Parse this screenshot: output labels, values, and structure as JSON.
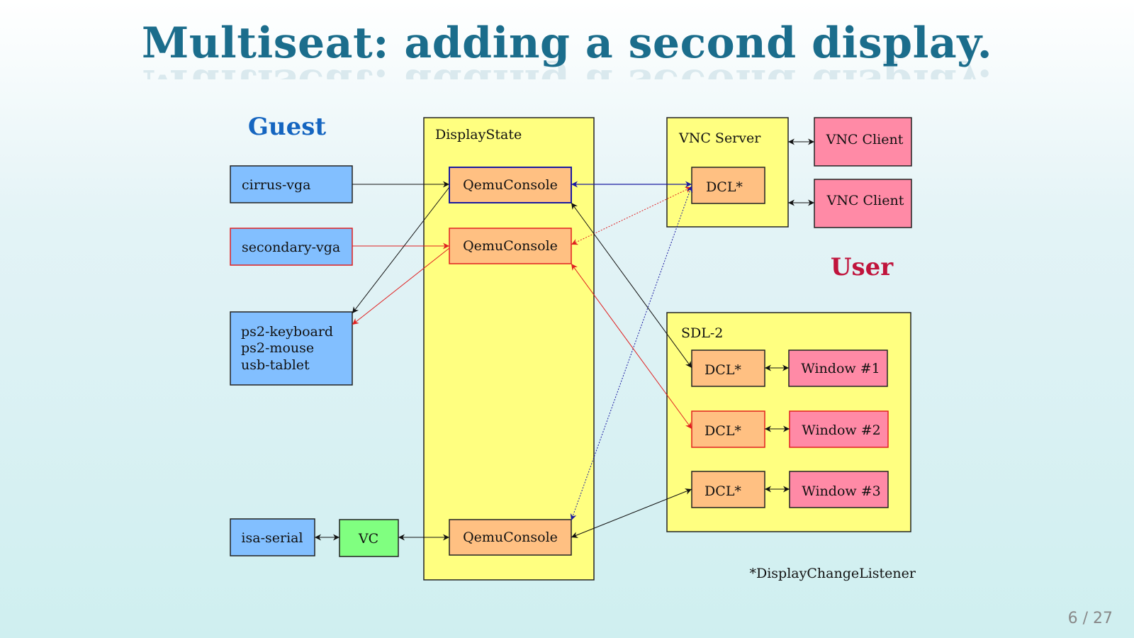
{
  "slide": {
    "title": "Multiseat: adding a second display.",
    "page_number": "6 / 27"
  },
  "diagram": {
    "guest_label": "Guest",
    "user_label": "User",
    "footnote": "*DisplayChangeListener",
    "guest_devices": {
      "cirrus_vga": "cirrus-vga",
      "secondary_vga": "secondary-vga",
      "input_devices": [
        "ps2-keyboard",
        "ps2-mouse",
        "usb-tablet"
      ],
      "isa_serial": "isa-serial",
      "vc": "VC"
    },
    "display_state": {
      "label": "DisplayState",
      "consoles": [
        "QemuConsole",
        "QemuConsole",
        "QemuConsole"
      ]
    },
    "vnc_server": {
      "label": "VNC Server",
      "dcl": "DCL*",
      "clients": [
        "VNC Client",
        "VNC Client"
      ]
    },
    "sdl2": {
      "label": "SDL-2",
      "dcls": [
        "DCL*",
        "DCL*",
        "DCL*"
      ],
      "windows": [
        "Window #1",
        "Window #2",
        "Window #3"
      ]
    },
    "colors": {
      "guest_box": "#82bfff",
      "display_panel": "#ffff80",
      "console_box": "#ffc082",
      "client_box": "#ff8aa6",
      "vc_box": "#80ff80",
      "link_blue": "#1a1aa0",
      "link_red": "#e02020",
      "guest_label": "#1565c0",
      "user_label": "#c0143c"
    }
  }
}
